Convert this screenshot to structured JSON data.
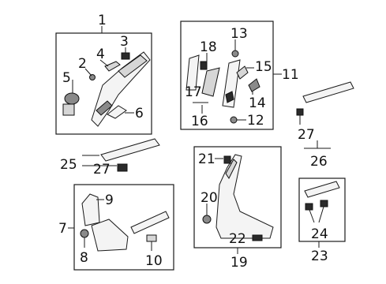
{
  "callouts": {
    "c1": "1",
    "c2": "2",
    "c3": "3",
    "c4": "4",
    "c5": "5",
    "c6": "6",
    "c7": "7",
    "c8": "8",
    "c9": "9",
    "c10": "10",
    "c11": "11",
    "c12": "12",
    "c13": "13",
    "c14": "14",
    "c15": "15",
    "c16": "16",
    "c17": "17",
    "c18": "18",
    "c19": "19",
    "c20": "20",
    "c21": "21",
    "c22": "22",
    "c23": "23",
    "c24": "24",
    "c25": "25",
    "c26": "26",
    "c27a": "27",
    "c27b": "27"
  }
}
